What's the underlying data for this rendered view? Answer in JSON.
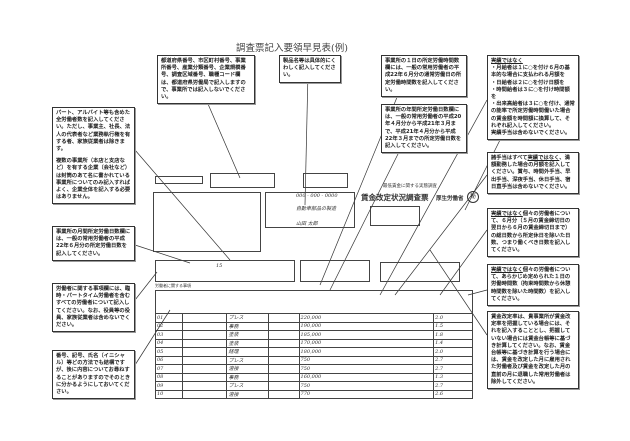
{
  "title": "調査票記入要領早見表(例)",
  "notes": {
    "codes": "都道府県番号、市区町村番号、事業所番号、産業分類番号、企業規模番号、調査区域番号、職種コード欄は、都道府県労働局で記入しますので、事業所では記入しないでください。",
    "product": "製品名等は具体的にくわしく記入してください。",
    "daily_hours": "事業所の１日の所定労働時間数欄には、一般の常用労働者の平成22年６月分の通常労働日の所定労働時間数を記入してください。",
    "annual_days": "事業所の年間所定労働日数欄には、一般の常用労働者の平成20年４月分から平成21年３月まで、平成21年４月分から平成22年３月までの所定労働日数を記入してください。",
    "workers_p1": "パート、アルバイト等も含めた全労働者数を記入してください。ただし、事業主、社長、法人の代表者など業務執行権を有する者、家族従業者は除きます。",
    "workers_p2": "複数の事業所（本店と支店など）を有する企業（会社など）は封筒のあて名に書かれている事業所についてのみ記入すればよく、企業全体を記入する必要はありません。",
    "monthly_days": "事業所の月間所定労働日数欄には、一般の常用労働者の平成22年６月分の所定労働日数を記入してください。",
    "worker_items": "労働者に関する事項欄には、臨時・パートタイム労働者を含むすべての労働者について記入してください。なお、役員等の役員、家族従業者は含めないでください。",
    "initials": "番号、記号、氏名（イニシャル）等どの方法でも結構ですが、後に内容についてお尋ねすることがありますのでそのときに分かるようにしておいてください。",
    "wage_type": {
      "lead": "実績ではなく",
      "items": [
        "・月給者は１に○を付け６月の基本的な場合に支払われる月額を",
        "・日給者は２に○を付け日額を",
        "・時間給者は３に○を付け時間額を",
        "・出来高給者は３に○を付け、通常の能率で所定労働時間働いた場合の賃金額を時間額に換算して、それぞれ記入してください。"
      ],
      "tail": "実績手当は含めないでください。"
    },
    "allowances": {
      "pre": "諸手当はすべて",
      "lead": "実績ではなく",
      "post": "、満額勤務した場合の月額を記入してください。賞与、時間外手当、早出手当、深夜手当、休日手当、宿日直手当は含めないでください。"
    },
    "work_days": {
      "lead": "実績ではなく",
      "body": "個々の労働者について、６月分（５月の賃金締切日の翌日から６月の賃金締切日まで）の総日数から所定休日を除いた日数、つまり働くべき日数を記入してください。"
    },
    "work_hours": {
      "lead": "実績ではなく",
      "body": "個々の労働者について、あらかじめ定められた１日の労働時間数（拘束時間数から休憩時間数を除いた時間数）を記入してください。"
    },
    "revision_rate": "賃金改定率は、貴事業所が賃金改定率を把握している場合には、それを記入することとし、把握していない場合には賃金台帳等に基づき計算してください。なお、賃金台帳等に基づき計算を行う場合には、賃金を改定した月に雇用された労働者及び賃金を改定した月の直前の月に退職した常用労働者は除外してください。"
  },
  "form": {
    "survey_name": "最低賃金に関する実態調査",
    "form_title": "賃金改定状況調査票",
    "ministry": "厚生労働省",
    "seal": "秘",
    "phone": "000 - 000 - 0000",
    "product": "自動車部品の製造",
    "person": "山田 太郎",
    "workers_total": "15",
    "section_label": "労働者に関する事項",
    "rows": [
      {
        "no": "01",
        "job": "プレス",
        "wage": "220,000",
        "rate": "2.0"
      },
      {
        "no": "02",
        "job": "事務",
        "wage": "190,000",
        "rate": "1.5"
      },
      {
        "no": "03",
        "job": "塗装",
        "wage": "185,000",
        "rate": "1.8"
      },
      {
        "no": "04",
        "job": "塗装",
        "wage": "170,000",
        "rate": "1.4"
      },
      {
        "no": "05",
        "job": "経理",
        "wage": "180,000",
        "rate": "2.0"
      },
      {
        "no": "06",
        "job": "プレス",
        "wage": "750",
        "rate": "2.7"
      },
      {
        "no": "07",
        "job": "溶接",
        "wage": "750",
        "rate": "2.7"
      },
      {
        "no": "08",
        "job": "事務",
        "wage": "160,000",
        "rate": "1.3"
      },
      {
        "no": "09",
        "job": "プレス",
        "wage": "750",
        "rate": "2.7"
      },
      {
        "no": "10",
        "job": "溶接",
        "wage": "770",
        "rate": "2.6"
      }
    ]
  }
}
